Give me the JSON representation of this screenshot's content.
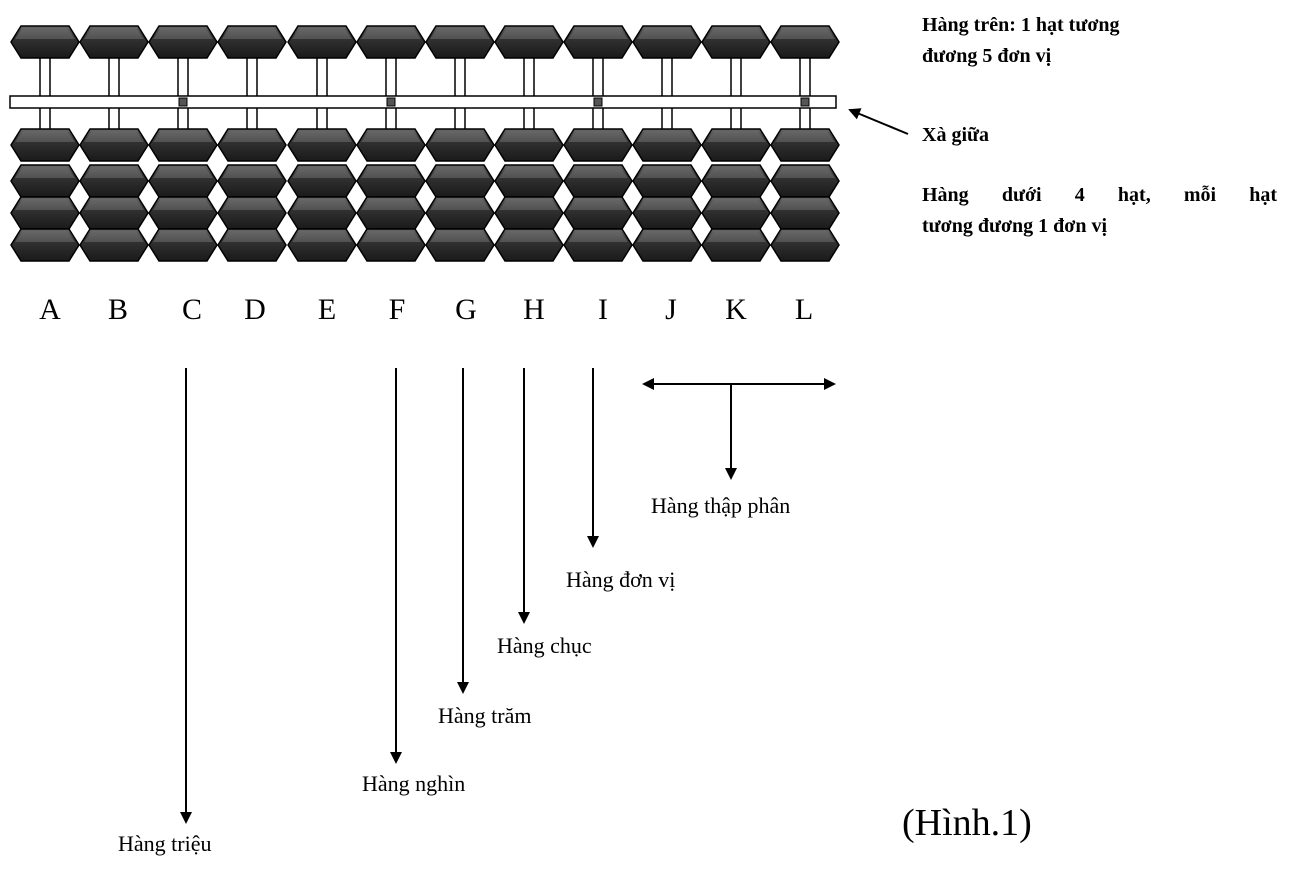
{
  "abacus": {
    "columns": [
      "A",
      "B",
      "C",
      "D",
      "E",
      "F",
      "G",
      "H",
      "I",
      "J",
      "K",
      "L"
    ],
    "upper_beads_per_column": 1,
    "lower_beads_per_column": 4,
    "dotted_columns": [
      "C",
      "F",
      "I",
      "L"
    ],
    "colors": {
      "bead": "#2a2a2a",
      "bead_highlight": "#6a6a6a",
      "rod": "#ffffff",
      "outline": "#000000"
    }
  },
  "notes": {
    "top_line1": "Hàng trên: 1 hạt tương",
    "top_line2": "đương 5 đơn vị",
    "beam": "Xà giữa",
    "bottom_line1": "Hàng dưới 4 hạt, mỗi hạt",
    "bottom_line2": "tương đương 1 đơn vị"
  },
  "place_labels": {
    "million": "Hàng triệu",
    "thousand": "Hàng nghìn",
    "hundred": "Hàng trăm",
    "ten": "Hàng chục",
    "unit": "Hàng đơn vị",
    "decimal": "Hàng thập phân"
  },
  "caption": "(Hình.1)"
}
